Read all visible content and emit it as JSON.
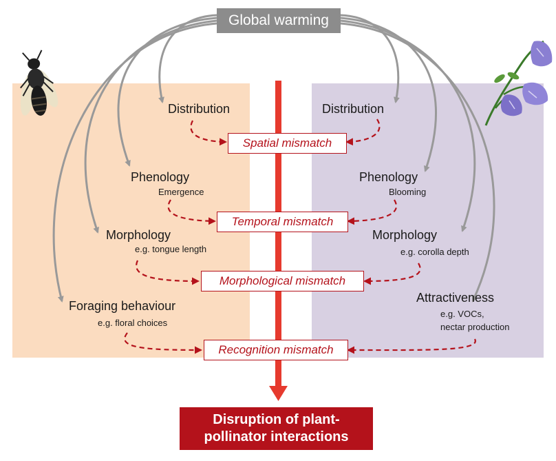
{
  "title": "Global warming",
  "left": {
    "distribution": "Distribution",
    "phenology": "Phenology",
    "phenology_sub": "Emergence",
    "morphology": "Morphology",
    "morphology_sub": "e.g. tongue length",
    "foraging": "Foraging behaviour",
    "foraging_sub": "e.g. floral choices"
  },
  "right": {
    "distribution": "Distribution",
    "phenology": "Phenology",
    "phenology_sub": "Blooming",
    "morphology": "Morphology",
    "morphology_sub": "e.g. corolla depth",
    "attractiveness": "Attractiveness",
    "attractiveness_sub1": "e.g. VOCs,",
    "attractiveness_sub2": "nectar production"
  },
  "mismatches": {
    "spatial": "Spatial mismatch",
    "temporal": "Temporal mismatch",
    "morphological": "Morphological mismatch",
    "recognition": "Recognition mismatch"
  },
  "outcome": {
    "line1": "Disruption of plant-",
    "line2": "pollinator interactions"
  },
  "colors": {
    "left_panel": "#fbdcc0",
    "right_panel": "#d8d0e2",
    "accent_red": "#b4121b",
    "arrow_gray": "#999999",
    "title_box": "#8c8c8c"
  },
  "icons": [
    "bee-icon",
    "bellflower-icon"
  ]
}
